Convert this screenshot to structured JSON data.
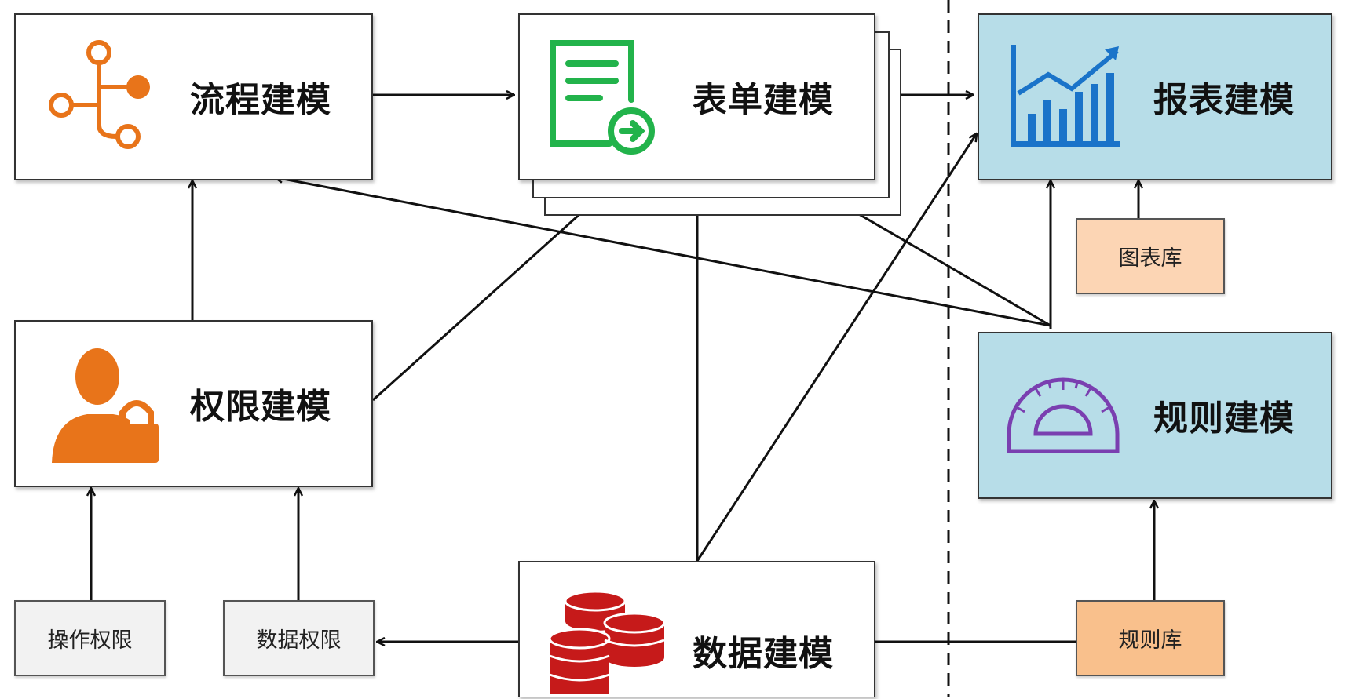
{
  "nodes": {
    "process": {
      "label": "流程建模"
    },
    "form": {
      "label": "表单建模"
    },
    "report": {
      "label": "报表建模"
    },
    "permission": {
      "label": "权限建模"
    },
    "rule": {
      "label": "规则建模"
    },
    "data": {
      "label": "数据建模"
    }
  },
  "leaves": {
    "chart_lib": {
      "label": "图表库"
    },
    "rule_lib": {
      "label": "规则库"
    },
    "op_perm": {
      "label": "操作权限"
    },
    "data_perm": {
      "label": "数据权限"
    }
  },
  "icons": {
    "process": "flow-branch-icon",
    "form": "form-document-icon",
    "report": "bar-chart-trend-icon",
    "permission": "user-lock-icon",
    "rule": "protractor-icon",
    "data": "database-stack-icon"
  },
  "colors": {
    "accent_orange": "#e8741a",
    "accent_green": "#22b34b",
    "accent_blue": "#1a73c9",
    "accent_purple": "#7a3fb0",
    "accent_red": "#c61a1a",
    "panel_blue": "#b7dde8"
  }
}
